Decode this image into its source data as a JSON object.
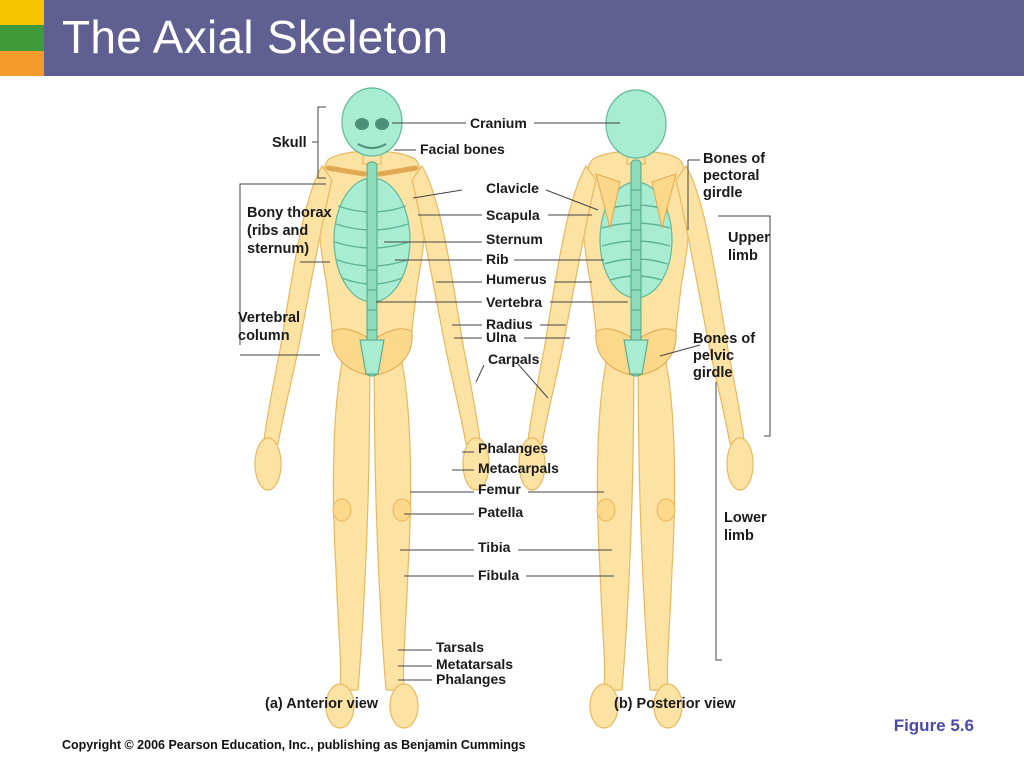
{
  "slide": {
    "title": "The Axial Skeleton",
    "figure_number": "Figure 5.6",
    "copyright": "Copyright © 2006 Pearson Education, Inc., publishing as Benjamin Cummings"
  },
  "colors": {
    "header": "#5f5f91",
    "accent_yellow": "#f6c400",
    "accent_green": "#3f9a3a",
    "accent_orange": "#f49a2a",
    "axial_bone": "#a8ecd2",
    "appendicular_bone": "#fde3a3"
  },
  "diagram": {
    "center_labels": {
      "cranium": "Cranium",
      "facial_bones": "Facial bones",
      "clavicle": "Clavicle",
      "scapula": "Scapula",
      "sternum": "Sternum",
      "rib": "Rib",
      "humerus": "Humerus",
      "vertebra": "Vertebra",
      "radius": "Radius",
      "ulna": "Ulna",
      "carpals": "Carpals",
      "phalanges_hand": "Phalanges",
      "metacarpals": "Metacarpals",
      "femur": "Femur",
      "patella": "Patella",
      "tibia": "Tibia",
      "fibula": "Fibula",
      "tarsals": "Tarsals",
      "metatarsals": "Metatarsals",
      "phalanges_foot": "Phalanges"
    },
    "left_labels": {
      "skull": "Skull",
      "bony_thorax": [
        "Bony thorax",
        "(ribs and",
        "sternum)"
      ],
      "vertebral_column": [
        "Vertebral",
        "column"
      ]
    },
    "right_labels": {
      "pectoral_girdle": [
        "Bones of",
        "pectoral",
        "girdle"
      ],
      "upper_limb": [
        "Upper",
        "limb"
      ],
      "pelvic_girdle": [
        "Bones of",
        "pelvic",
        "girdle"
      ],
      "lower_limb": [
        "Lower",
        "limb"
      ]
    },
    "captions": {
      "anterior": "(a) Anterior view",
      "posterior": "(b) Posterior view"
    }
  }
}
